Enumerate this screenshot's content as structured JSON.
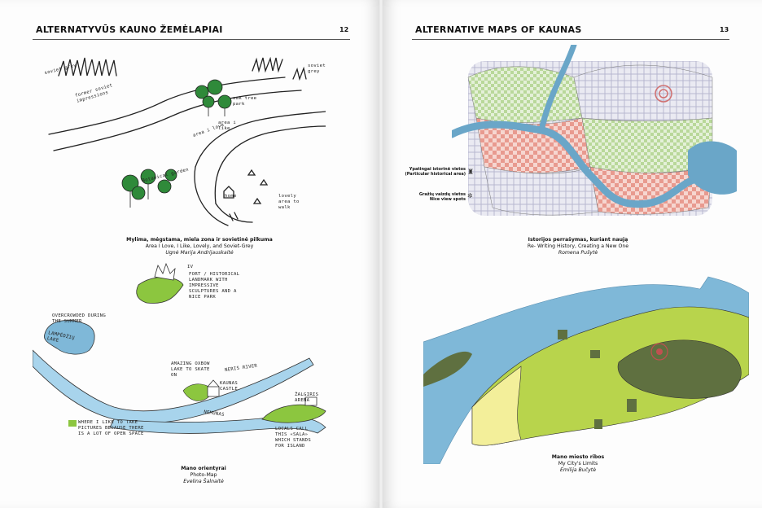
{
  "left": {
    "header": "ALTERNATYVŪS KAUNO ŽEMĖLAPIAI",
    "page_number": "12",
    "map1": {
      "title": "Mylima, mėgstama, miela zona ir sovietinė pilkuma",
      "subtitle": "Area I Love, I Like, Lovely, and Soviet-Grey",
      "author": "Ugnė Marija Andrijauskaitė",
      "labels": {
        "grey_left": "soviet grey",
        "grey_right": "soviet grey",
        "impression": "former soviet impressions",
        "oak": "oak tree park",
        "area_love": "area i love",
        "area_like": "area i like",
        "botanical": "Botanical garden",
        "lovely": "lovely area to walk",
        "home": "home"
      }
    },
    "map2": {
      "title": "Mano orientyrai",
      "subtitle": "Photo-Map",
      "author": "Evelina Šalnaitė",
      "labels": {
        "fort": "FORT / HISTORICAL LANDMARK WITH IMPRESSIVE SCULPTURES AND A NICE PARK",
        "fort_no": "IV",
        "overcrowded": "OVERCROWDED DURING THE SUMMER",
        "lake": "LAMPĖDŽIŲ LAKE",
        "oxbow": "AMAZING OXBOW LAKE TO SKATE ON",
        "neris": "NERIS RIVER",
        "castle": "KAUNAS CASTLE",
        "zalgiris": "ŽALGIRIS ARENA",
        "nemunas": "NEMUNAS",
        "legend": "WHERE I LIKE TO TAKE PICTURES BECAUSE THERE IS A LOT OF OPEN SPACE",
        "sala": "LOCALS CALL THIS «SALA» WHICH STANDS FOR ISLAND"
      }
    }
  },
  "right": {
    "header": "ALTERNATIVE MAPS OF KAUNAS",
    "page_number": "13",
    "map1": {
      "title": "Istorijos perrašymas, kuriant naują",
      "subtitle": "Re- Writing History, Creating a New One",
      "author": "Romena Pušytė",
      "legend": [
        {
          "lt": "Ypatingai istorinė vietos (Particular historical area)"
        },
        {
          "lt": "Gražių vaizdų vietos",
          "en": "Nice view spots"
        }
      ]
    },
    "map2": {
      "title": "Mano miesto ribos",
      "subtitle": "My City's Limits",
      "author": "Emilija Bučytė"
    }
  },
  "colors": {
    "river": "#7fb8d8",
    "green": "#a8c83a",
    "dark_green": "#6a7a4a",
    "yellow": "#f3ef9a"
  }
}
